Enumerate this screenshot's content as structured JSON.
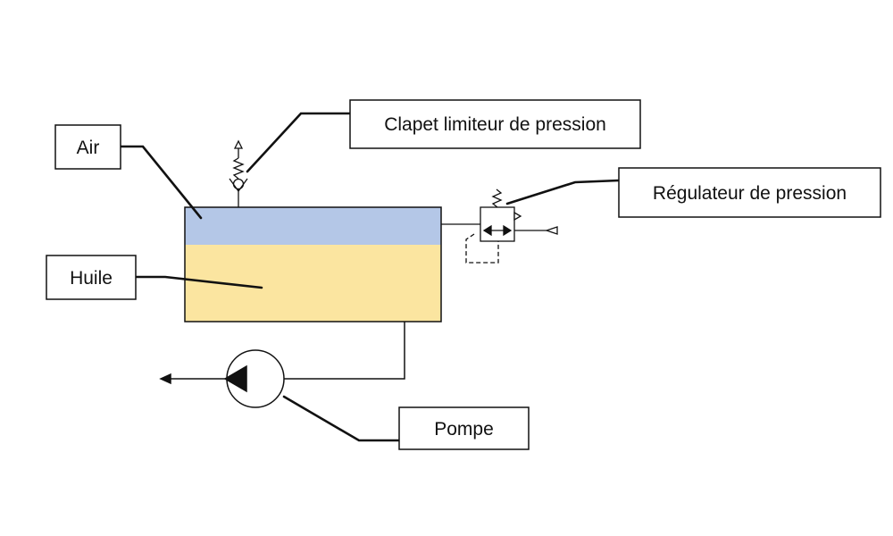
{
  "labels": {
    "air": "Air",
    "huile": "Huile",
    "clapet": "Clapet limiteur de pression",
    "regulateur": "Régulateur de pression",
    "pompe": "Pompe"
  },
  "colors": {
    "air_layer": "#b4c7e7",
    "oil_layer": "#fbe5a0",
    "line": "#111111"
  },
  "components": [
    "tank",
    "pressure-relief-valve",
    "pressure-regulator",
    "pump"
  ]
}
